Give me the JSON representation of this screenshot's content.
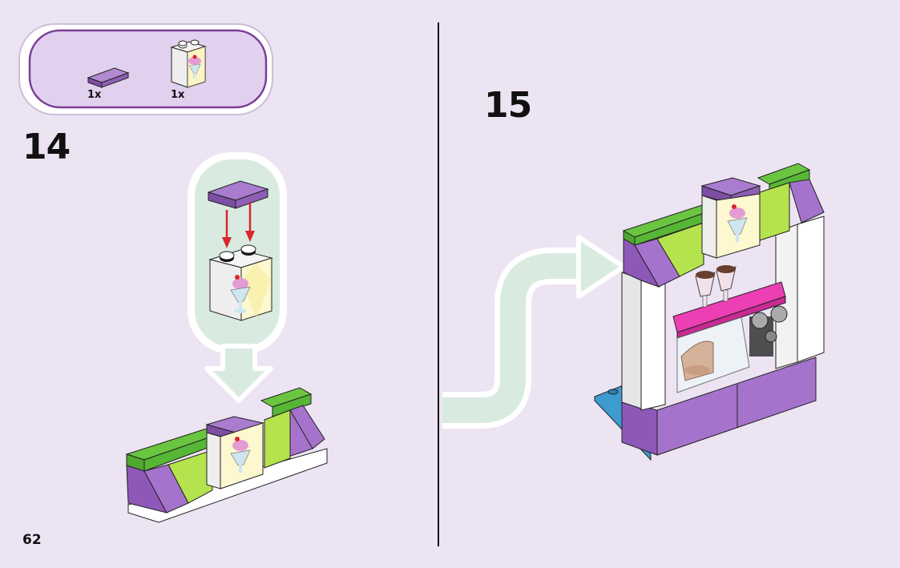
{
  "parts_callout": {
    "items": [
      {
        "name": "purple-flat-tile",
        "qty": "1x"
      },
      {
        "name": "sundae-printed-brick",
        "qty": "1x"
      }
    ]
  },
  "steps": [
    {
      "number": "14"
    },
    {
      "number": "15"
    }
  ],
  "page_number": "62",
  "colors": {
    "background": "#ece4f3",
    "callout_fill": "#e1d1ee",
    "callout_border": "#7b3f98",
    "lime": "#b5e34d",
    "green": "#6ac541",
    "purple": "#9c63c0",
    "magenta": "#ec3fb4",
    "azure": "#3d9bd0",
    "arrow_fill": "#d9ebe0",
    "red_arrow": "#d9262c"
  }
}
